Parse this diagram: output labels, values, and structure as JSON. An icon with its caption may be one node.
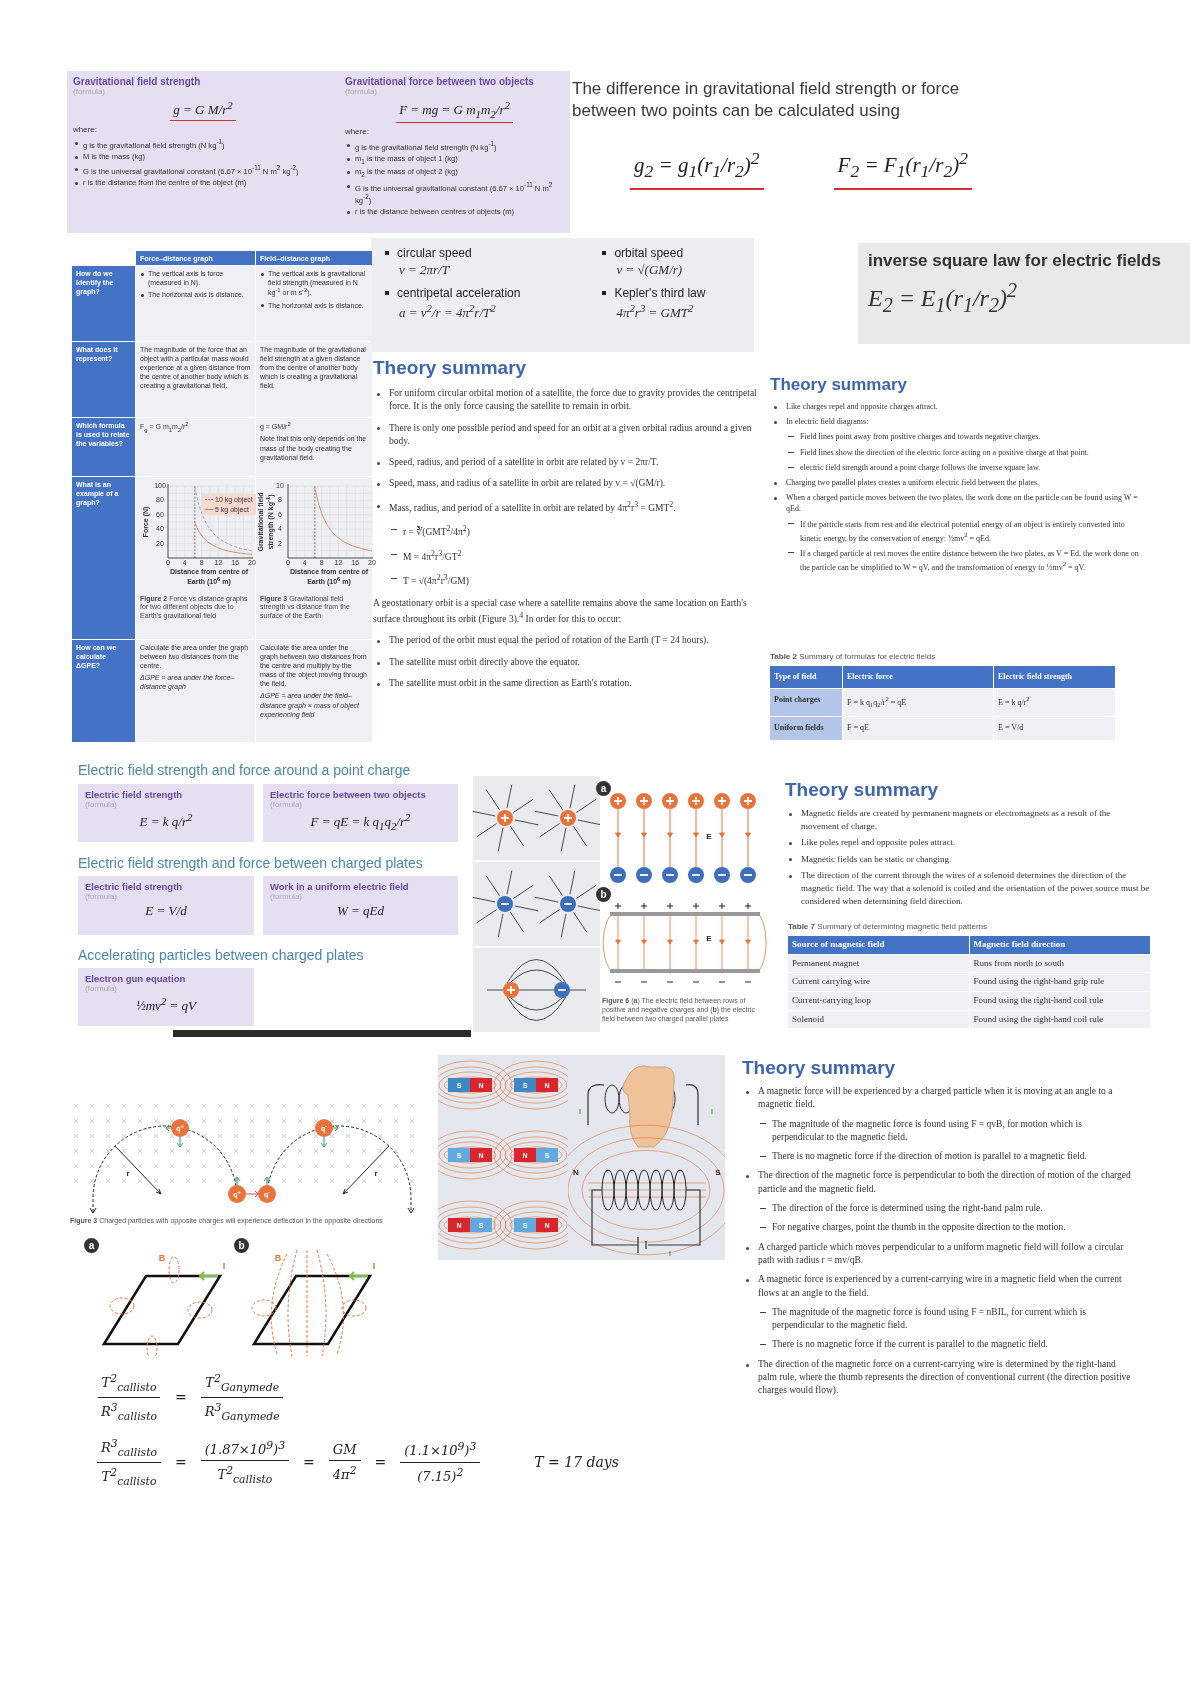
{
  "diagram": {
    "nodes": [
      {
        "text": [
          "Gravitational field strength",
          "(formula)",
          "g = G M/r$^{2}$",
          "where:",
          "g is the gravitational field strength (N kg$^{-1}$)",
          "M is the mass (kg)",
          "G is the universal gravitational constant (6.67 × 10$^{-11}$ N m$^{2}$ kg$^{-2}$)",
          "r is the distance from the centre of the object (m)"
        ]
      },
      {
        "text": [
          "Gravitational force between two objects",
          "(formula)",
          "F = mg = G m$_{1}$m$_{2}$/r$^{2}$",
          "where:",
          "g is the gravitational field strength (N kg$^{-1}$)",
          "m$_{1}$ is the mass of object 1 (kg)",
          "m$_{2}$ is the mass of object 2 (kg)",
          "G is the universal gravitational constant (6.67 × 10$^{-11}$ N m$^{2}$ kg$^{-2}$)",
          "r is the distance between centres of objects (m)"
        ]
      },
      {
        "text": [
          "circular speed",
          "v = 2πr/T",
          "centripetal acceleration",
          "a = v$^{2}$/r = 4π$^{2}$r/T$^{2}$",
          "orbital speed",
          "v = √(GM/r)",
          "Kepler's third law",
          "4π$^{2}$r$^{3}$ = GMT$^{2}$"
        ]
      },
      {
        "text": [
          "inverse square law for electric fields",
          "E$_{2}$ = E$_{1}$(r$_{1}$/r$_{2}$)$^{2}$"
        ]
      },
      {
        "text": [
          "Electric field strength",
          "(formula)",
          "E = k q/r$^{2}$"
        ]
      },
      {
        "text": [
          "Electric force between two objects",
          "(formula)",
          "F = qE = k q$_{1}$q$_{2}$/r$^{2}$"
        ]
      },
      {
        "text": [
          "Electric field strength",
          "(formula)",
          "E = V/d"
        ]
      },
      {
        "text": [
          "Work in a uniform electric field",
          "(formula)",
          "W = qEd"
        ]
      },
      {
        "text": [
          "Electron gun equation",
          "(formula)",
          "½mv$^{2}$ = qV"
        ]
      }
    ],
    "labels": [
      "The difference in gravitational field strength or force between two points can be calculated using",
      "g$_{2}$ = g$_{1}$(r$_{1}$/r$_{2}$)$^{2}$",
      "F$_{2}$ = F$_{1}$(r$_{1}$/r$_{2}$)$^{2}$",
      "Force–distance graph",
      "Field–distance graph",
      "How do we identify the graph?",
      "The vertical axis is force (measured in N).",
      "The horizontal axis is distance.",
      "The vertical axis is gravitational field strength (measured in N kg$^{-1}$ or m s$^{-2}$).",
      "The horizontal axis is distance.",
      "What does it represent?",
      "The magnitude of the force that an object with a particular mass would experience at a given distance from the centre of another body which is creating a gravitational field.",
      "The magnitude of the gravitational field strength at a given distance from the centre of another body which is creating a gravitational field.",
      "Which formula is used to relate the variables?",
      "F$_{g}$ = G m$_{1}$m$_{2}$/r$^{2}$",
      "g = GM/r$^{2}$",
      "Note that this only depends on the mass of the body creating the gravitational field.",
      "What is an example of a graph?",
      "100",
      "80",
      "60",
      "40",
      "20",
      "0",
      "4",
      "8",
      "12",
      "16",
      "20",
      "Force (N)",
      "Distance from centre of Earth (10$^{6}$ m)",
      "**Figure 2** Force vs distance graphs for two different objects due to Earth's gravitational field",
      "10",
      "8",
      "6",
      "4",
      "2",
      "0",
      "4",
      "8",
      "12",
      "16",
      "20",
      "Gravitational field strength (N kg$^{-1}$)",
      "Distance from centre of Earth (10$^{6}$ m)",
      "**Figure 3** Gravitational field strength vs distance from the surface of the Earth",
      "How can we calculate ΔGPE?",
      "Calculate the area under the graph between two distances from the centre.",
      "ΔGPE = area under the force–distance graph",
      "Calculate the area under the graph between two distances from the centre and multiply by the mass of the object moving through the field.",
      "ΔGPE = area under the field–distance graph × mass of object experiencing field",
      "Theory summary",
      "For uniform circular orbital motion of a satellite, the force due to gravity provides the centripetal force. It is the only force causing the satellite to remain in orbit.",
      "There is only one possible period and speed for an orbit at a given orbital radius around a given body.",
      "Speed, radius, and period of a satellite in orbit are related by v = 2πr/T.",
      "Speed, mass, and radius of a satellite in orbit are related by v = √(GM/r).",
      "Mass, radius, and period of a satellite in orbit are related by 4π$^{2}$r$^{3}$ = GMT$^{2}$.",
      "r = ∛(GMT$^{2}$/4π$^{2}$)",
      "M = 4π$^{2}$r$^{3}$/GT$^{2}$",
      "T = √(4π$^{2}$r$^{3}$/GM)",
      "A geostationary orbit is a special case where a satellite remains above the same location on Earth's surface throughout its orbit (Figure 3).$^{4}$ In order for this to occur:",
      "The period of the orbit must equal the period of rotation of the Earth (T = 24 hours).",
      "The satellite must orbit directly above the equator.",
      "The satellite must orbit in the same direction as Earth's rotation.",
      "Theory summary",
      "Like charges repel and opposite charges attract.",
      "In electric field diagrams:",
      "Field lines point away from positive charges and towards negative charges.",
      "Field lines show the direction of the electric force acting on a positive charge at that point.",
      "electric field strength around a point charge follows the inverse square law.",
      "Charging two parallel plates creates a uniform electric field between the plates.",
      "When a charged particle moves between the two plates, the work done on the particle can be found using W = qEd.",
      "If the particle starts from rest and the electrical potential energy of an object is entirely converted into kinetic energy, by the conservation of energy: ½mv$^{2}$ = qEd.",
      "If a charged particle at rest moves the entire distance between the two plates, as V = Ed, the work done on the particle can be simplified to W = qV, and the transformation of energy to ½mv$^{2}$ = qV.",
      "**Table 2** Summary of formulas for electric fields",
      "Type of field",
      "Electric force",
      "Electric field strength",
      "Point charges",
      "F = k q$_{1}$q$_{2}$/r$^{2}$ = qE",
      "E = k q/r$^{2}$",
      "Uniform fields",
      "F = qE",
      "E = V/d",
      "Electric field strength and force around a point charge",
      "Electric field strength and force between charged plates",
      "Accelerating particles between charged plates",
      "a",
      "E",
      "b",
      "E",
      "**Figure 6** (**a**) The electric field between rows of positive and negative charges and (**b**) the electric field between two charged parallel plates",
      "Theory summary",
      "Magnetic fields are created by permanent magnets or electromagnets as a result of the movement of charge.",
      "Like poles repel and opposite poles attract.",
      "Magnetic fields can be static or changing.",
      "The direction of the current through the wires of a solenoid determines the direction of the magnetic field. The way that a solenoid is coiled and the orientation of the power source must be considered when determining field direction.",
      "**Table 7** Summary of determining magnetic field patterns",
      "Source of magnetic field",
      "Magnetic field direction",
      "Permanent magnet",
      "Runs from north to south",
      "Current carrying wire",
      "Found using the right-hand grip rule",
      "Current-carrying loop",
      "Found using the right-hand coil rule",
      "Solenoid",
      "Found using the right-hand coil rule",
      "q$^{+}$",
      "q$^{+}$",
      "q$^{-}$",
      "q$^{-}$",
      "r",
      "r",
      "**Figure 3** Charged particles with opposite charges will experience deflection in the opposite directions",
      "S",
      "N",
      "S",
      "N",
      "S",
      "N",
      "N",
      "S",
      "N",
      "S",
      "S",
      "N",
      "I",
      "I",
      "N",
      "S",
      "I",
      "Theory summary",
      "A magnetic force will be experienced by a charged particle when it is moving at an angle to a magnetic field.",
      "The magnitude of the magnetic force is found using F = qvB, for motion which is perpendicular to the magnetic field.",
      "There is no magnetic force if the direction of motion is parallel to a magnetic field.",
      "The direction of the magnetic force is perpendicular to both the direction of motion of the charged particle and the magnetic field.",
      "The direction of the force is determined using the right-hand palm rule.",
      "For negative charges, point the thumb in the opposite direction to the motion.",
      "A charged particle which moves perpendicular to a uniform magnetic field will follow a circular path with radius r = mv/qB.",
      "A magnetic force is experienced by a current-carrying wire in a magnetic field when the current flows at an angle to the field.",
      "The magnitude of the magnetic force is found using F = nBIL, for current which is perpendicular to the magnetic field.",
      "There is no magnetic force if the current is parallel to the magnetic field.",
      "The direction of the magnetic force on a current-carrying wire is determined by the right-hand palm rule, where the thumb represents the direction of conventional current (the direction positive charges would flow).",
      "a",
      "B",
      "I",
      "b",
      "B",
      "I",
      "T$^{2}$$_{callisto}$",
      "R$^{3}$$_{callisto}$",
      "=",
      "T$^{2}$$_{Ganymede}$",
      "R$^{3}$$_{Ganymede}$",
      "R$^{3}$$_{callisto}$",
      "T$^{2}$$_{callisto}$",
      "=",
      "(1.87×10$^{9}$)$^{3}$",
      "T$^{2}$$_{callisto}$",
      "=",
      "GM",
      "4π$^{2}$",
      "=",
      "(1.1×10$^{9}$)$^{3}$",
      "(7.15)$^{2}$",
      "T = 17 days"
    ],
    "legend": [
      {
        "text": "10 kg object"
      },
      {
        "text": "5 kg object"
      }
    ]
  }
}
